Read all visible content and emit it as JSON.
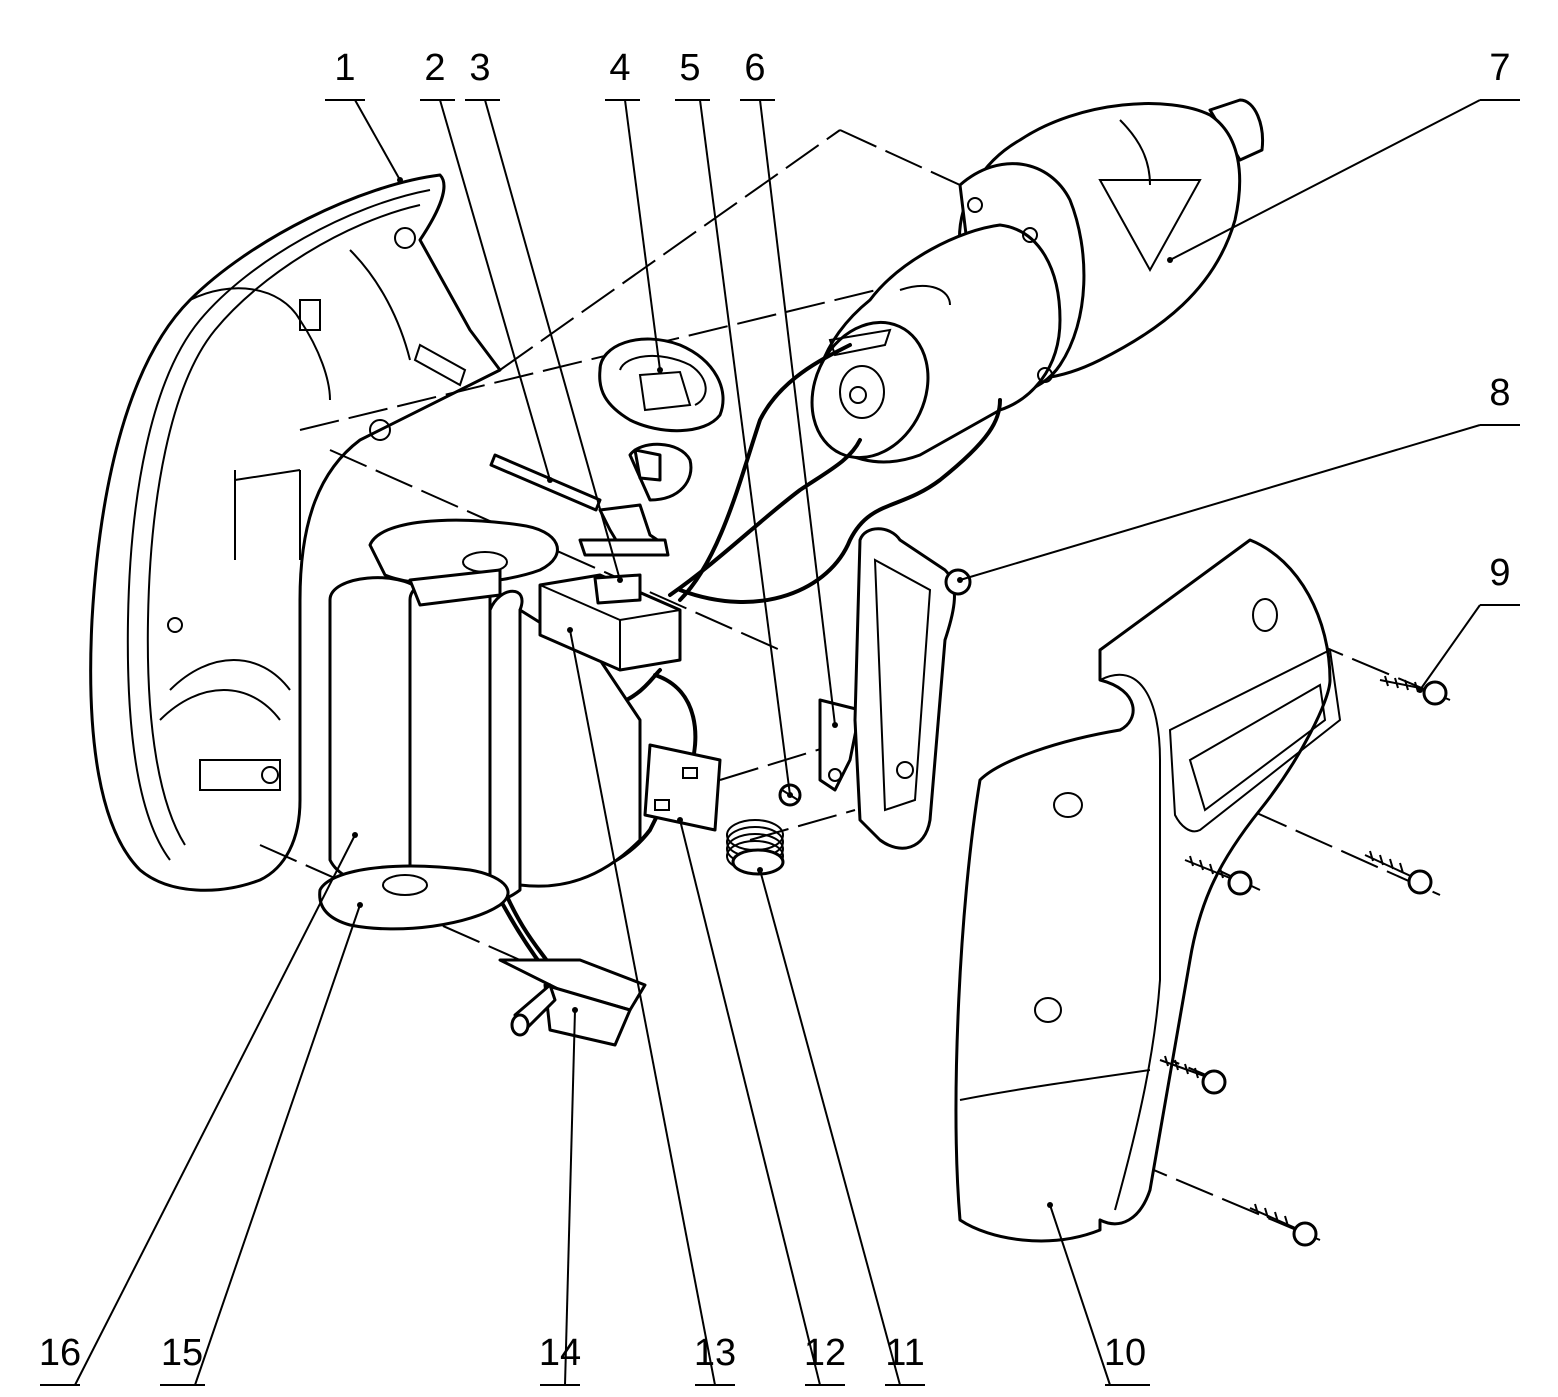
{
  "callouts": [
    {
      "id": "1",
      "label": "1"
    },
    {
      "id": "2",
      "label": "2"
    },
    {
      "id": "3",
      "label": "3"
    },
    {
      "id": "4",
      "label": "4"
    },
    {
      "id": "5",
      "label": "5"
    },
    {
      "id": "6",
      "label": "6"
    },
    {
      "id": "7",
      "label": "7"
    },
    {
      "id": "8",
      "label": "8"
    },
    {
      "id": "9",
      "label": "9"
    },
    {
      "id": "10",
      "label": "10"
    },
    {
      "id": "11",
      "label": "11"
    },
    {
      "id": "12",
      "label": "12"
    },
    {
      "id": "13",
      "label": "13"
    },
    {
      "id": "14",
      "label": "14"
    },
    {
      "id": "15",
      "label": "15"
    },
    {
      "id": "16",
      "label": "16"
    }
  ],
  "colors": {
    "line": "#000000",
    "background": "#ffffff"
  }
}
